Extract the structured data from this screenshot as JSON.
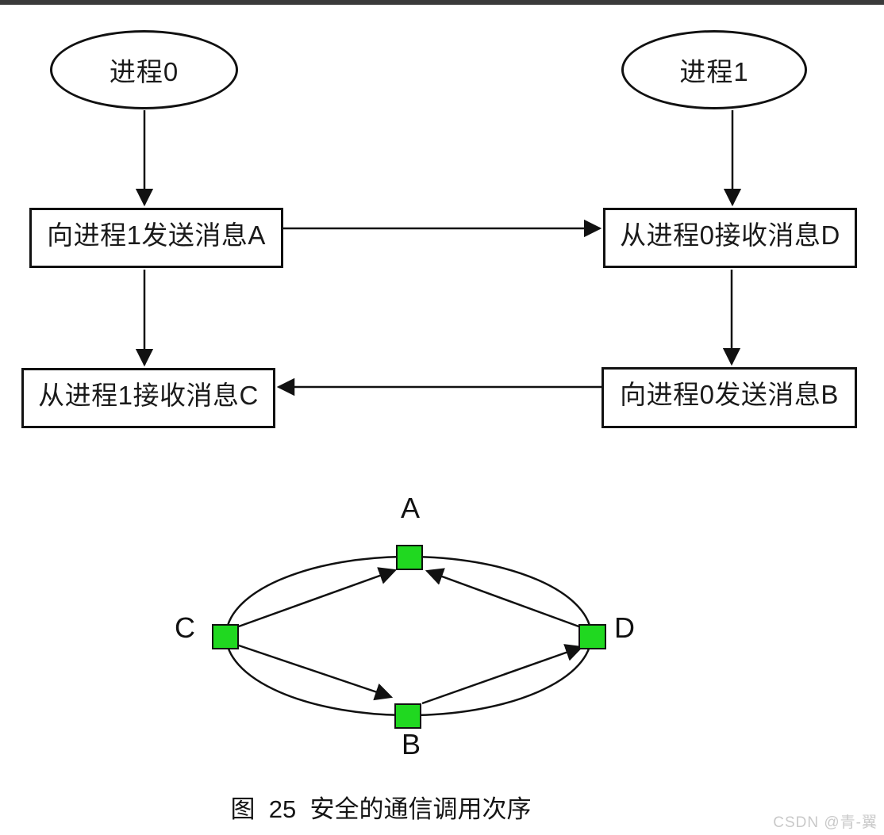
{
  "page": {
    "background": "#ffffff",
    "top_bar_color": "#3a3a3a"
  },
  "flowchart": {
    "process0": "进程0",
    "process1": "进程1",
    "box_send_a": "向进程1发送消息A",
    "box_recv_d": "从进程0接收消息D",
    "box_recv_c": "从进程1接收消息C",
    "box_send_b": "向进程0发送消息B",
    "arrows": [
      "进程0 → 向进程1发送消息A",
      "向进程1发送消息A → 从进程0接收消息D",
      "向进程1发送消息A → 从进程1接收消息C",
      "进程1 → 从进程0接收消息D",
      "从进程0接收消息D → 向进程0发送消息B",
      "向进程0发送消息B → 从进程1接收消息C"
    ]
  },
  "cycle": {
    "node_a": "A",
    "node_b": "B",
    "node_c": "C",
    "node_d": "D",
    "node_color": "#20d820",
    "edges": [
      "C → A",
      "D → A",
      "C → B",
      "B → D"
    ]
  },
  "caption": "图  25  安全的通信调用次序",
  "watermark": "CSDN @青-翼"
}
